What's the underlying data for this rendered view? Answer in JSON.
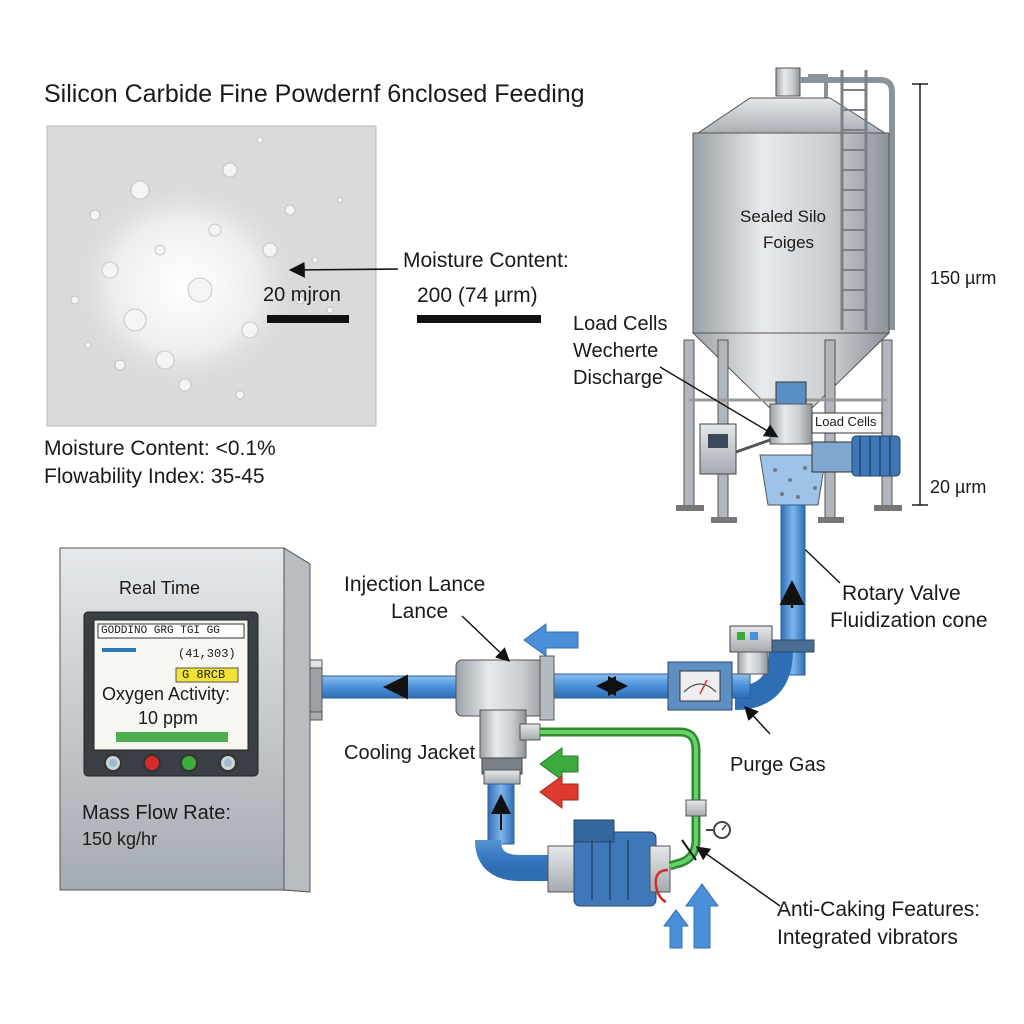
{
  "title": "Silicon Carbide Fine Powdernf 6nclosed Feeding",
  "sample": {
    "scale_label": "20 mjron",
    "moisture_label": "Moisture Content: <0.1%",
    "flowability_label": "Flowability Index: 35-45"
  },
  "moisture_callout": {
    "label": "Moisture Content:",
    "value": "200 (74 µrm)"
  },
  "silo": {
    "label_line1": "Sealed Silo",
    "label_line2": "Foiges",
    "height_top": "150 µrm",
    "height_bottom": "20 µrm",
    "load_cells_line1": "Load Cells",
    "load_cells_line2": "Wecherte",
    "load_cells_line3": "Discharge",
    "load_cells_tag": "Load Cells"
  },
  "rotary_valve": {
    "line1": "Rotary Valve",
    "line2": "Fluidization cone"
  },
  "injection_lance": {
    "line1": "Injection Lance",
    "line2": "Lance"
  },
  "cooling_jacket": "Cooling Jacket",
  "purge_gas": "Purge Gas",
  "anti_caking": {
    "line1": "Anti-Caking Features:",
    "line2": "Integrated vibrators"
  },
  "control_panel": {
    "header": "Real Time",
    "screen_top": "GODDINO  GRG  TGI  GG",
    "screen_value": "(41,303)",
    "screen_badge": "G 8RCB",
    "oxygen_label": "Oxygen Activity:",
    "oxygen_value": "10 ppm",
    "mass_flow_label": "Mass Flow Rate:",
    "mass_flow_value": "150 kg/hr"
  },
  "colors": {
    "pipe_blue": "#4a90d9",
    "purge_green": "#3caa3c",
    "hot_red": "#e03a2f",
    "badge_yellow": "#f2e233",
    "steel": "#c8ccd0"
  }
}
